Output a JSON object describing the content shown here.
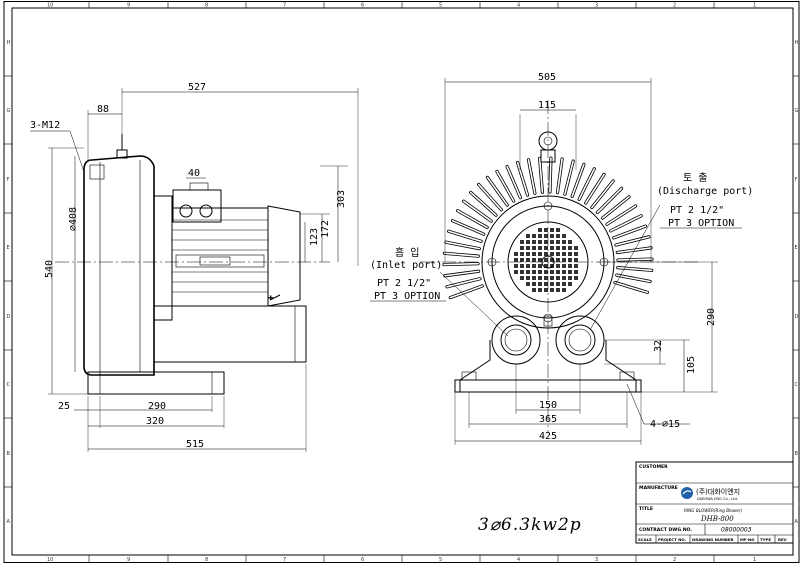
{
  "frame": {
    "zones_top": [
      "10",
      "9",
      "8",
      "7",
      "6",
      "5",
      "4",
      "3",
      "2",
      "1"
    ],
    "zones_bottom": [
      "10",
      "9",
      "8",
      "7",
      "6",
      "5",
      "4",
      "3",
      "2",
      "1"
    ],
    "zones_left": [
      "H",
      "G",
      "F",
      "E",
      "D",
      "C",
      "B",
      "A"
    ],
    "zones_right": [
      "H",
      "G",
      "F",
      "E",
      "D",
      "C",
      "B",
      "A"
    ]
  },
  "side_view": {
    "thread_callout": "3-M12",
    "dims": {
      "overall_depth": "527",
      "flange_offset": "88",
      "hole_circle": "⌀408",
      "height": "540",
      "terminal_box_width": "40",
      "box_height_a": "303",
      "box_height_b": "172",
      "box_height_c": "123",
      "foot_edge": "25",
      "foot_inner": "290",
      "foot_outer": "320",
      "base_length": "515"
    }
  },
  "front_view": {
    "dims": {
      "overall_width": "505",
      "eyebolt_width": "115",
      "port_spacing": "150",
      "mount_inner": "365",
      "mount_outer": "425",
      "shaft_height": "290",
      "foot_height": "105",
      "port_offset": "32",
      "mount_holes": "4-⌀15"
    },
    "discharge": {
      "label_kr": "토 출",
      "label_en": "(Discharge port)",
      "spec1": "PT 2 1/2\"",
      "spec2": "PT 3 OPTION"
    },
    "inlet": {
      "label_kr": "흡 입",
      "label_en": "(Inlet port)",
      "spec1": "PT 2 1/2\"",
      "spec2": "PT 3 OPTION"
    }
  },
  "rating": "3⌀6.3kw2p",
  "title_block": {
    "customer_label": "CUSTOMER",
    "manufacture_label": "MANUFACTURE",
    "company_kr": "(주)대화이엔지",
    "company_en": "DAEHWA ENG Co., Ltd.",
    "title_label": "TITLE",
    "title_sub": "RING BLOWER(Ring Blower)",
    "model": "DHB-800",
    "contract_label": "CONTRACT DWG NO.",
    "contract_no": "08000003",
    "bottom_cells": [
      "SCALE",
      "PROJECT NO.",
      "DRAWING NUMBER",
      "MF-NO",
      "TYPE",
      "REV"
    ],
    "colors": {
      "logo": "#1f5fa8"
    }
  }
}
